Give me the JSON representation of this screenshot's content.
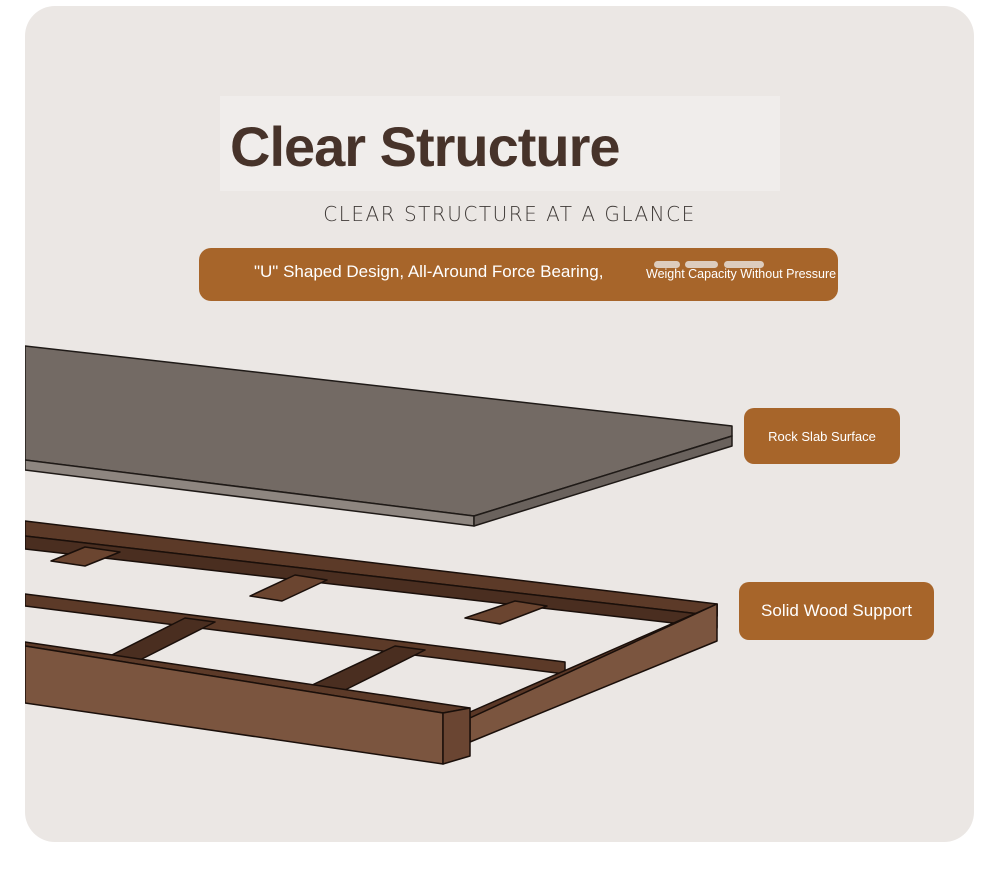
{
  "title": "Clear Structure",
  "subtitle": "CLEAR STRUCTURE AT A GLANCE",
  "banner": {
    "main": "\"U\" Shaped Design, All-Around Force Bearing,",
    "side": "Weight Capacity Without Pressure"
  },
  "labels": {
    "rock_slab": "Rock Slab Surface",
    "wood_support": "Solid Wood Support"
  },
  "colors": {
    "card_background": "#ebe7e4",
    "accent_orange": "#a7652a",
    "title_brown": "#47332a",
    "slab_gray": "#736a64",
    "wood_dark": "#5c3a28",
    "wood_medium": "#7b553f"
  }
}
